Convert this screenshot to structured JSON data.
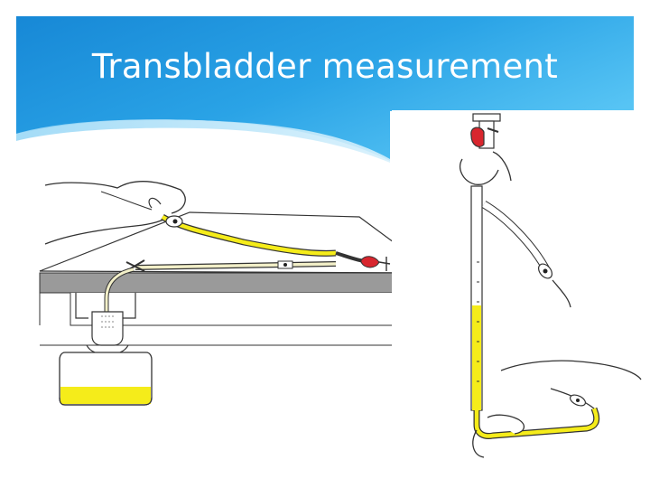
{
  "slide": {
    "title": "Transbladder measurement",
    "colors": {
      "banner_top": "#1a8fd8",
      "banner_bottom": "#5fc2f2",
      "urine_yellow": "#f5ec1a",
      "connector_red": "#d8262e"
    },
    "figures": [
      {
        "name": "bedside-setup-illustration"
      },
      {
        "name": "manometer-column-illustration"
      }
    ]
  }
}
